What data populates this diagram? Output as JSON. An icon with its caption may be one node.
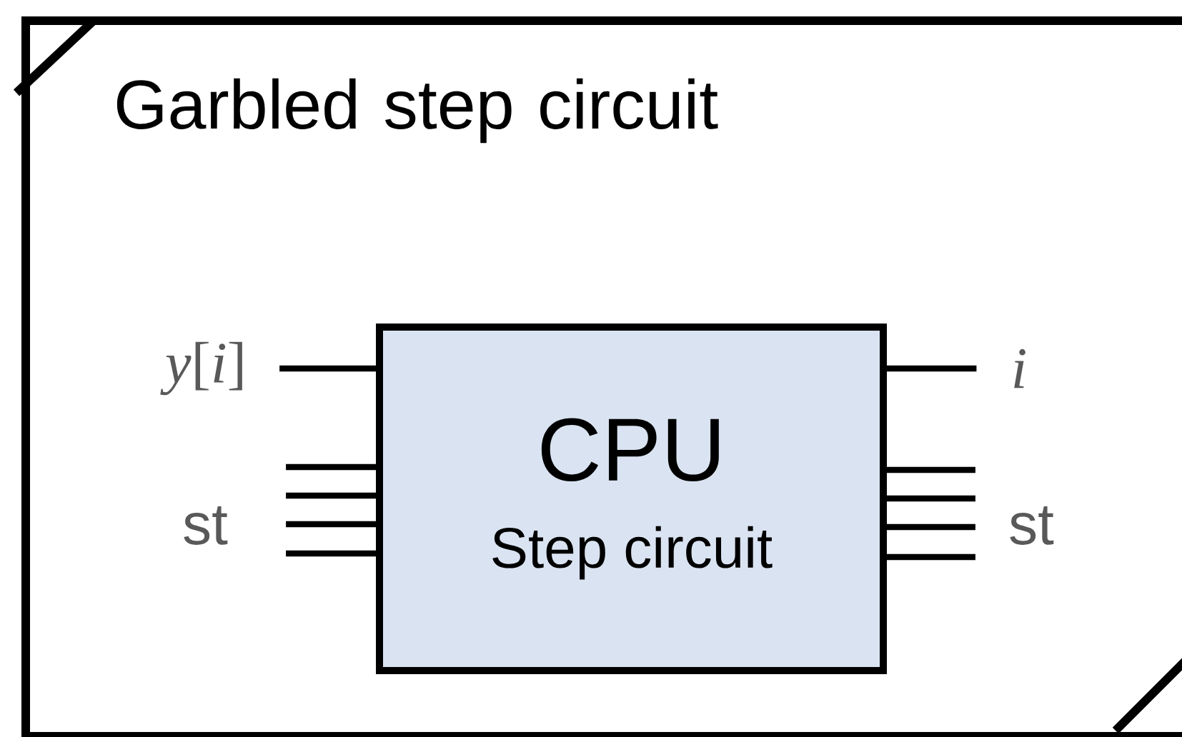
{
  "diagram": {
    "nodes": [
      {
        "text": [
          "Garbled step circuit"
        ]
      },
      {
        "text": [
          "CPU",
          "Step circuit"
        ],
        "in": 0
      },
      {
        "text": [
          "*y*[*i*]"
        ],
        "in": 0
      },
      {
        "text": [
          "st"
        ],
        "in": 0
      },
      {
        "text": [
          "i"
        ],
        "in": 0
      },
      {
        "text": [
          "st"
        ],
        "in": 0
      }
    ],
    "edges": [
      {
        "from": 2,
        "to": 1,
        "arrow": "none"
      },
      {
        "from": 3,
        "to": 1,
        "arrow": "none"
      },
      {
        "from": 3,
        "to": 1,
        "arrow": "none"
      },
      {
        "from": 3,
        "to": 1,
        "arrow": "none"
      },
      {
        "from": 3,
        "to": 1,
        "arrow": "none"
      },
      {
        "from": 1,
        "to": 4,
        "arrow": "none"
      },
      {
        "from": 1,
        "to": 5,
        "arrow": "none"
      },
      {
        "from": 1,
        "to": 5,
        "arrow": "none"
      },
      {
        "from": 1,
        "to": 5,
        "arrow": "none"
      },
      {
        "from": 1,
        "to": 5,
        "arrow": "none"
      }
    ]
  }
}
